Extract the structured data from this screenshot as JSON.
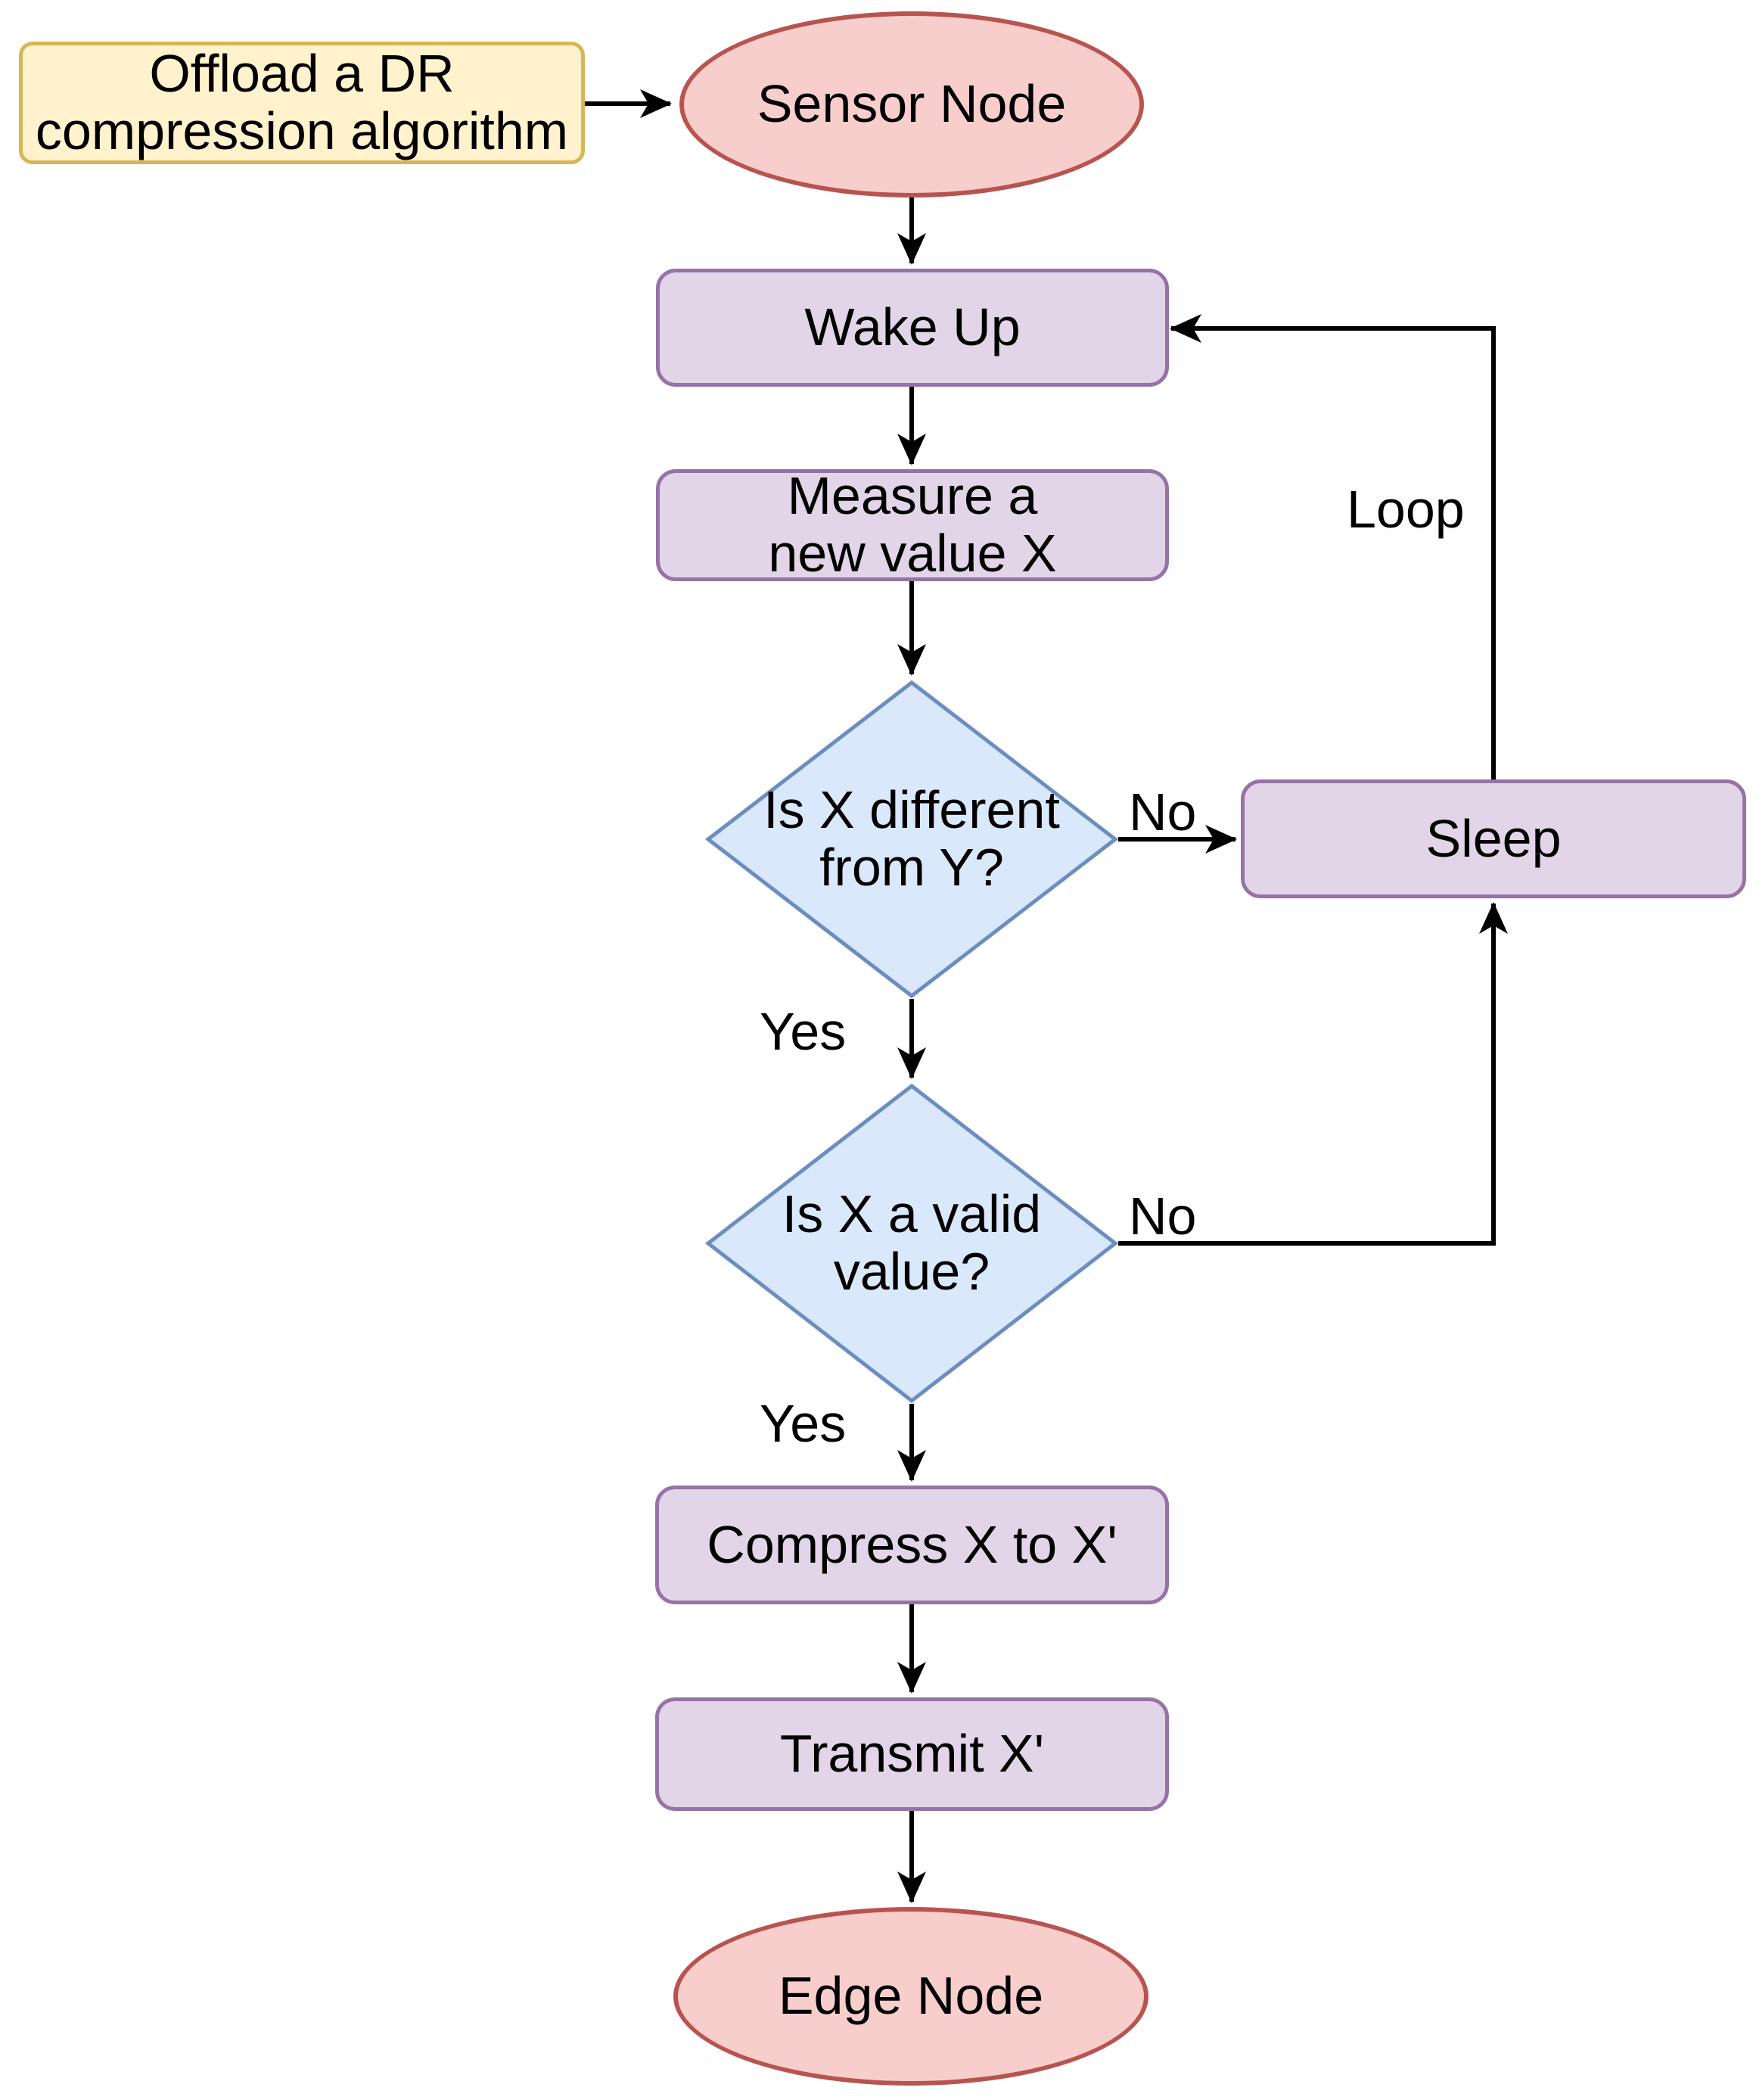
{
  "diagram": {
    "nodes": {
      "start": {
        "label": "Offload a DR\ncompression algorithm"
      },
      "sensor": {
        "label": "Sensor Node"
      },
      "wake": {
        "label": "Wake Up"
      },
      "measure": {
        "label": "Measure a\nnew value X"
      },
      "decision_diff": {
        "label": "Is X different\nfrom Y?"
      },
      "sleep": {
        "label": "Sleep"
      },
      "decision_valid": {
        "label": "Is X a valid\nvalue?"
      },
      "compress": {
        "label": "Compress X to X'"
      },
      "transmit": {
        "label": "Transmit X'"
      },
      "edge_node": {
        "label": "Edge Node"
      }
    },
    "edge_labels": {
      "no_different": "No",
      "yes_different": "Yes",
      "no_valid": "No",
      "yes_valid": "Yes",
      "loop": "Loop"
    },
    "palette": {
      "start_fill": "#FFF2CC",
      "start_stroke": "#D6B656",
      "terminal_fill": "#F8CECC",
      "terminal_stroke": "#B85450",
      "process_fill": "#E1D5E7",
      "process_stroke": "#9673A6",
      "decision_fill": "#DAE8FC",
      "decision_stroke": "#6C8EBF",
      "connector": "#000000",
      "text": "#000000",
      "background": "#FFFFFF"
    }
  }
}
